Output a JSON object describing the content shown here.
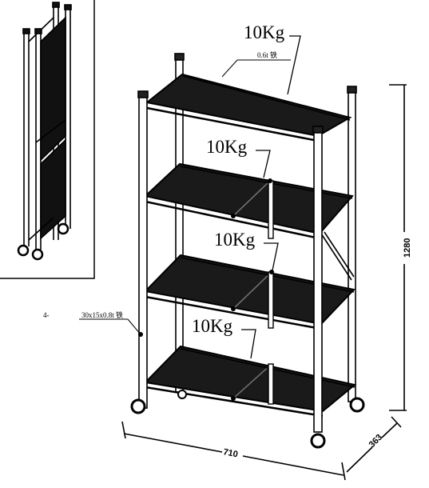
{
  "diagram": {
    "load_labels": [
      "10Kg",
      "10Kg",
      "10Kg",
      "10Kg"
    ],
    "shelf_material": "0.6t 铁",
    "tube_label_prefix": "4-",
    "tube_spec": "30x15x0.8t 铁",
    "dim_height": "1280",
    "dim_width": "710",
    "dim_depth": "363"
  },
  "colors": {
    "line": "#000000",
    "shelf": "#151515",
    "background": "#ffffff"
  }
}
